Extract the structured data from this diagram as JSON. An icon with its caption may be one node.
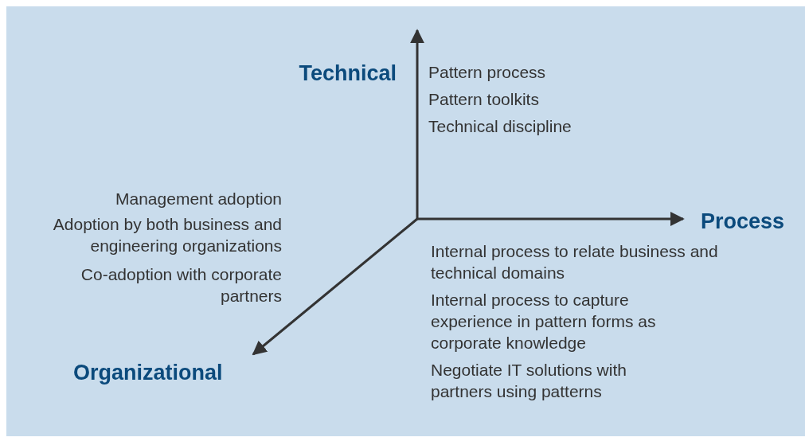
{
  "diagram": {
    "labels": [
      "Technical",
      "Pattern process",
      "Pattern toolkits",
      "Technical discipline",
      "Management adoption",
      "Adoption by both business and engineering organizations",
      "Co-adoption with corporate partners",
      "Process",
      "Internal process to relate business and technical domains",
      "Internal process to capture experience in pattern forms as corporate knowledge",
      "Negotiate IT solutions with partners using patterns",
      "Organizational"
    ]
  }
}
